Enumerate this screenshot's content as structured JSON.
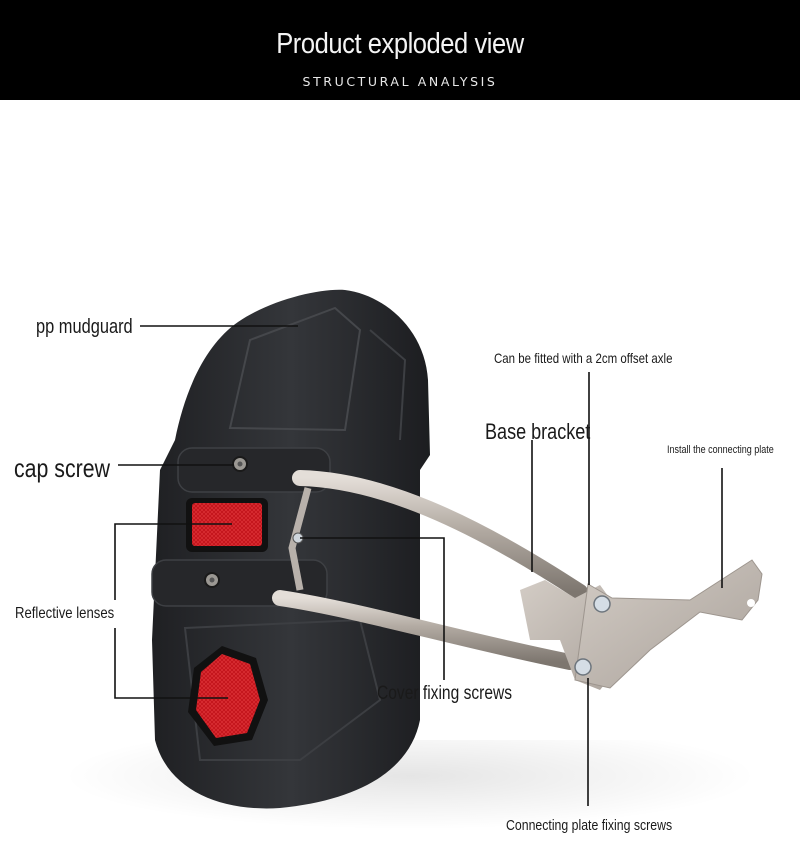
{
  "header": {
    "title": "Product exploded view",
    "subtitle": "STRUCTURAL ANALYSIS"
  },
  "labels": {
    "mudguard": "pp mudguard",
    "cap_screw": "cap screw",
    "reflective_lenses": "Reflective lenses",
    "offset_axle": "Can be fitted with a 2cm offset axle",
    "base_bracket": "Base bracket",
    "connecting_plate": "Install the connecting plate",
    "cover_screws": "Cover fixing screws",
    "plate_screws": "Connecting plate fixing screws"
  },
  "colors": {
    "header_bg": "#000000",
    "mudguard": "#2b2c2f",
    "reflector_red": "#c8141c",
    "steel": "#b9b1aa",
    "plate": "#c3bbb3"
  }
}
